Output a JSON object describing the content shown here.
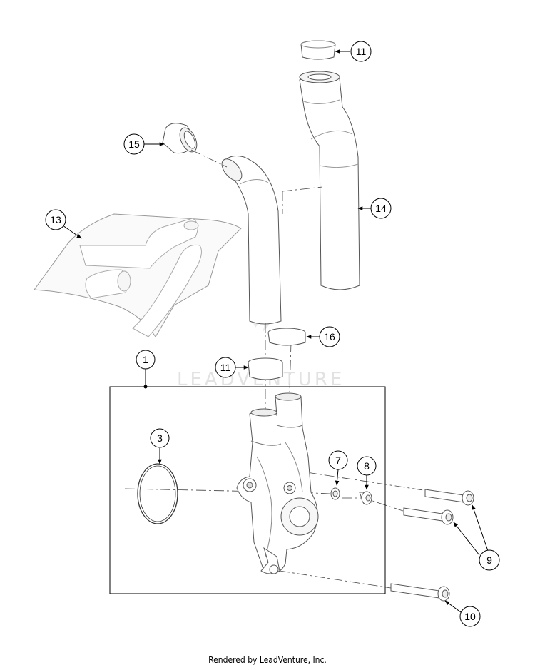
{
  "watermark": "LEADVENTURE",
  "footer": "Rendered by LeadVenture, Inc.",
  "callouts": {
    "c11_top": "11",
    "c15": "15",
    "c14": "14",
    "c13": "13",
    "c16": "16",
    "c11_mid": "11",
    "c1": "1",
    "c3": "3",
    "c7": "7",
    "c8": "8",
    "c9": "9",
    "c10": "10"
  }
}
